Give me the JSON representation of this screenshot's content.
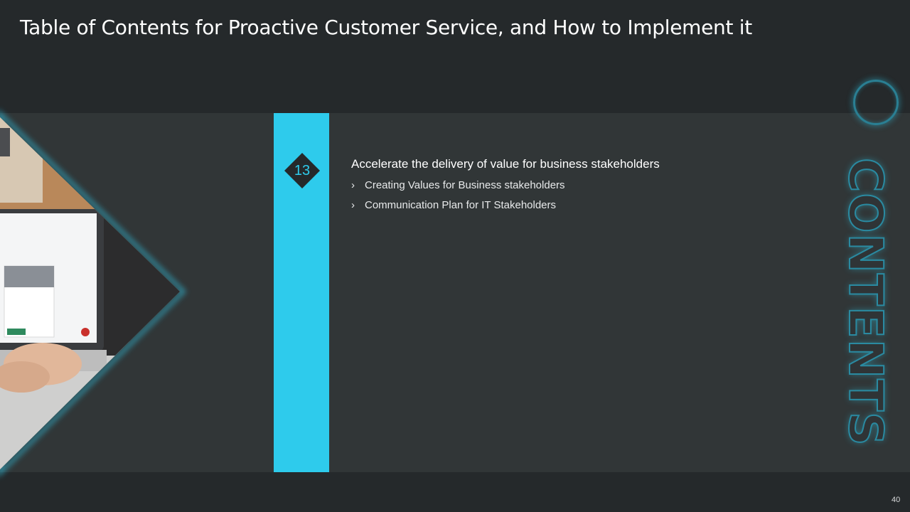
{
  "slide": {
    "title": "Table of Contents for Proactive Customer Service, and How to Implement it",
    "section_number": "13",
    "heading": "Accelerate the delivery of value  for business stakeholders",
    "bullets": [
      "Creating Values for Business stakeholders",
      "Communication Plan for IT Stakeholders"
    ],
    "bullet_marker": "›",
    "side_word": "CONTENTS",
    "page_number": "40"
  },
  "colors": {
    "background": "#25292b",
    "panel": "#313637",
    "accent": "#2ecbec",
    "diamond": "#25292b"
  },
  "icons": {
    "section_marker": "diamond-icon",
    "decor_ring": "circle-ring-icon",
    "bullet": "chevron-right-icon"
  }
}
